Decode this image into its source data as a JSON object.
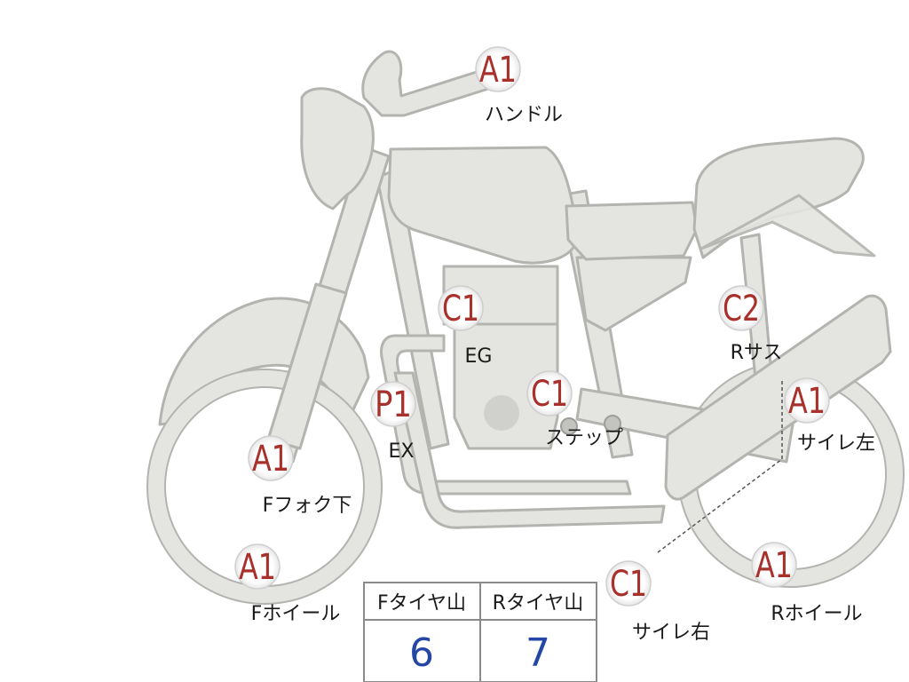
{
  "inspection_points": [
    {
      "id": "handle",
      "grade": "A1",
      "label": "ハンドル"
    },
    {
      "id": "engine",
      "grade": "C1",
      "label": "EG"
    },
    {
      "id": "exhaust",
      "grade": "P1",
      "label": "EX"
    },
    {
      "id": "step",
      "grade": "C1",
      "label": "ステップ"
    },
    {
      "id": "f-fork",
      "grade": "A1",
      "label": "Fフォク下"
    },
    {
      "id": "f-wheel",
      "grade": "A1",
      "label": "Fホイール"
    },
    {
      "id": "r-susp",
      "grade": "C2",
      "label": "Rサス"
    },
    {
      "id": "muffler-left",
      "grade": "A1",
      "label": "サイレ左"
    },
    {
      "id": "muffler-right",
      "grade": "C1",
      "label": "サイレ右"
    },
    {
      "id": "r-wheel",
      "grade": "A1",
      "label": "Rホイール"
    }
  ],
  "tire_table": {
    "headers": [
      "Fタイヤ山",
      "Rタイヤ山"
    ],
    "values": [
      "6",
      "7"
    ]
  },
  "colors": {
    "body_fill": "#e4e4e1",
    "body_stroke": "#b3b3b0",
    "grade_text": "#a8312c",
    "value_text": "#2447a6"
  }
}
